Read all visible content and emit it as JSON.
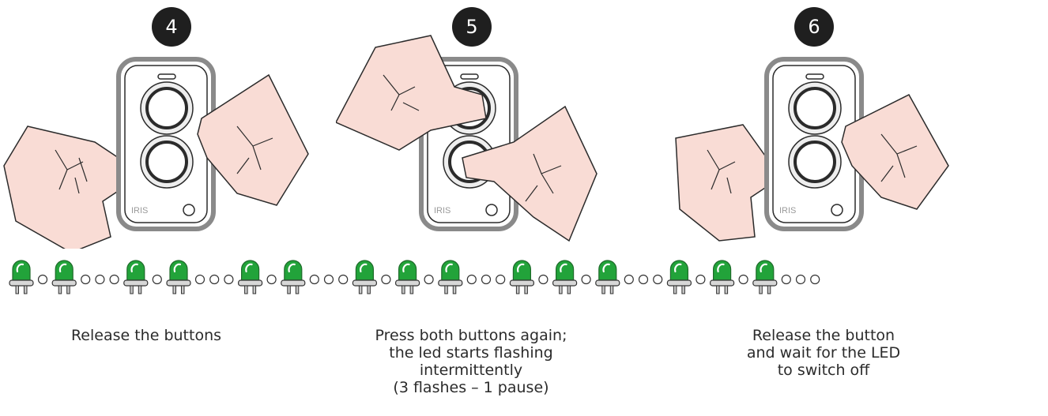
{
  "steps": [
    {
      "number": "4",
      "brand": "IRIS",
      "pressed": false,
      "caption": [
        "Release the buttons"
      ]
    },
    {
      "number": "5",
      "brand": "IRIS",
      "pressed": true,
      "caption": [
        "Press both buttons again;",
        "the led starts flashing",
        "intermittently",
        "(3 flashes – 1 pause)"
      ]
    },
    {
      "number": "6",
      "brand": "IRIS",
      "pressed": false,
      "caption": [
        "Release the button",
        "and wait for the LED",
        "to switch off"
      ]
    }
  ],
  "led_sequence": [
    "on",
    "off",
    "on",
    "off",
    "off",
    "off",
    "on",
    "off",
    "on",
    "off",
    "off",
    "off",
    "on",
    "off",
    "on",
    "off",
    "off",
    "off",
    "on",
    "off",
    "on",
    "off",
    "on",
    "off",
    "off",
    "off",
    "on",
    "off",
    "on",
    "off",
    "on",
    "off",
    "off",
    "off",
    "on",
    "off",
    "on",
    "off",
    "on",
    "off",
    "off",
    "off"
  ],
  "colors": {
    "led_green": "#22a33a",
    "hand_fill": "#f9dcd5",
    "badge": "#1f1f1f",
    "remote_outline": "#8a8a8a"
  }
}
